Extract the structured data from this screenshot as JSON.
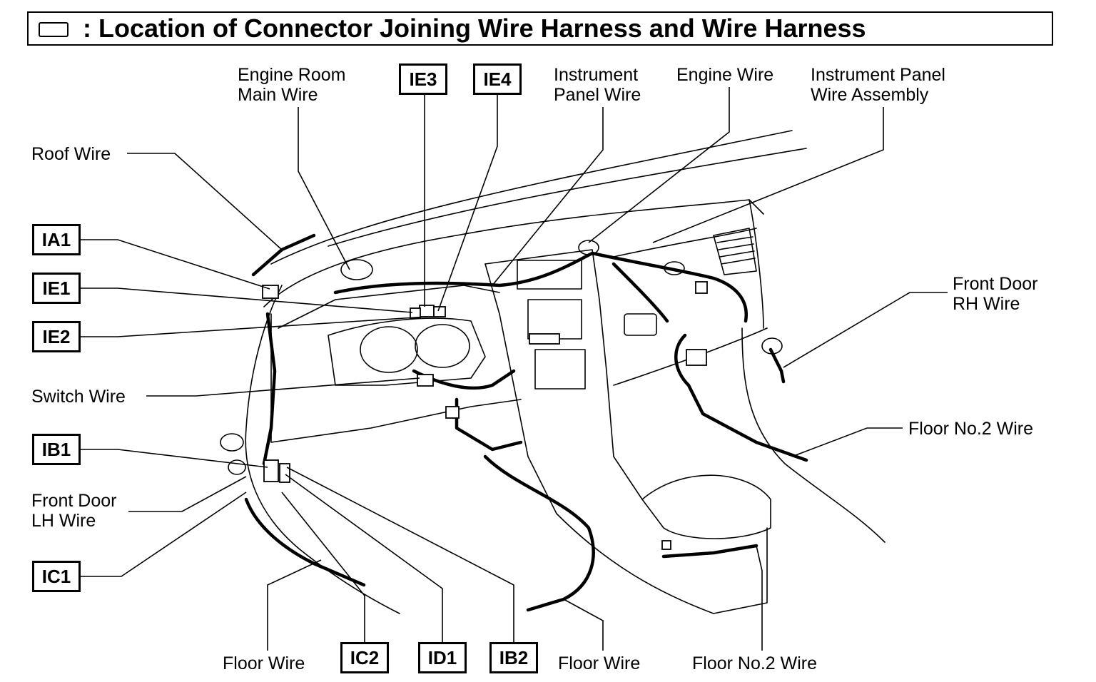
{
  "title": ": Location of Connector Joining Wire Harness and Wire Harness",
  "labels": {
    "engine_room_main_wire": [
      "Engine Room",
      "Main Wire"
    ],
    "instrument_panel_wire": [
      "Instrument",
      "Panel Wire"
    ],
    "engine_wire": "Engine Wire",
    "instrument_panel_wire_assembly": [
      "Instrument Panel",
      "Wire Assembly"
    ],
    "roof_wire": "Roof Wire",
    "switch_wire": "Switch Wire",
    "front_door_lh_wire": [
      "Front Door",
      "LH Wire"
    ],
    "front_door_rh_wire": [
      "Front Door",
      "RH Wire"
    ],
    "floor_no2_wire_right": "Floor No.2 Wire",
    "floor_wire_left": "Floor Wire",
    "floor_wire_center": "Floor Wire",
    "floor_no2_wire_bottom": "Floor No.2 Wire"
  },
  "connectors": {
    "IE3": "IE3",
    "IE4": "IE4",
    "IA1": "IA1",
    "IE1": "IE1",
    "IE2": "IE2",
    "IB1": "IB1",
    "IC1": "IC1",
    "IC2": "IC2",
    "ID1": "ID1",
    "IB2": "IB2"
  }
}
